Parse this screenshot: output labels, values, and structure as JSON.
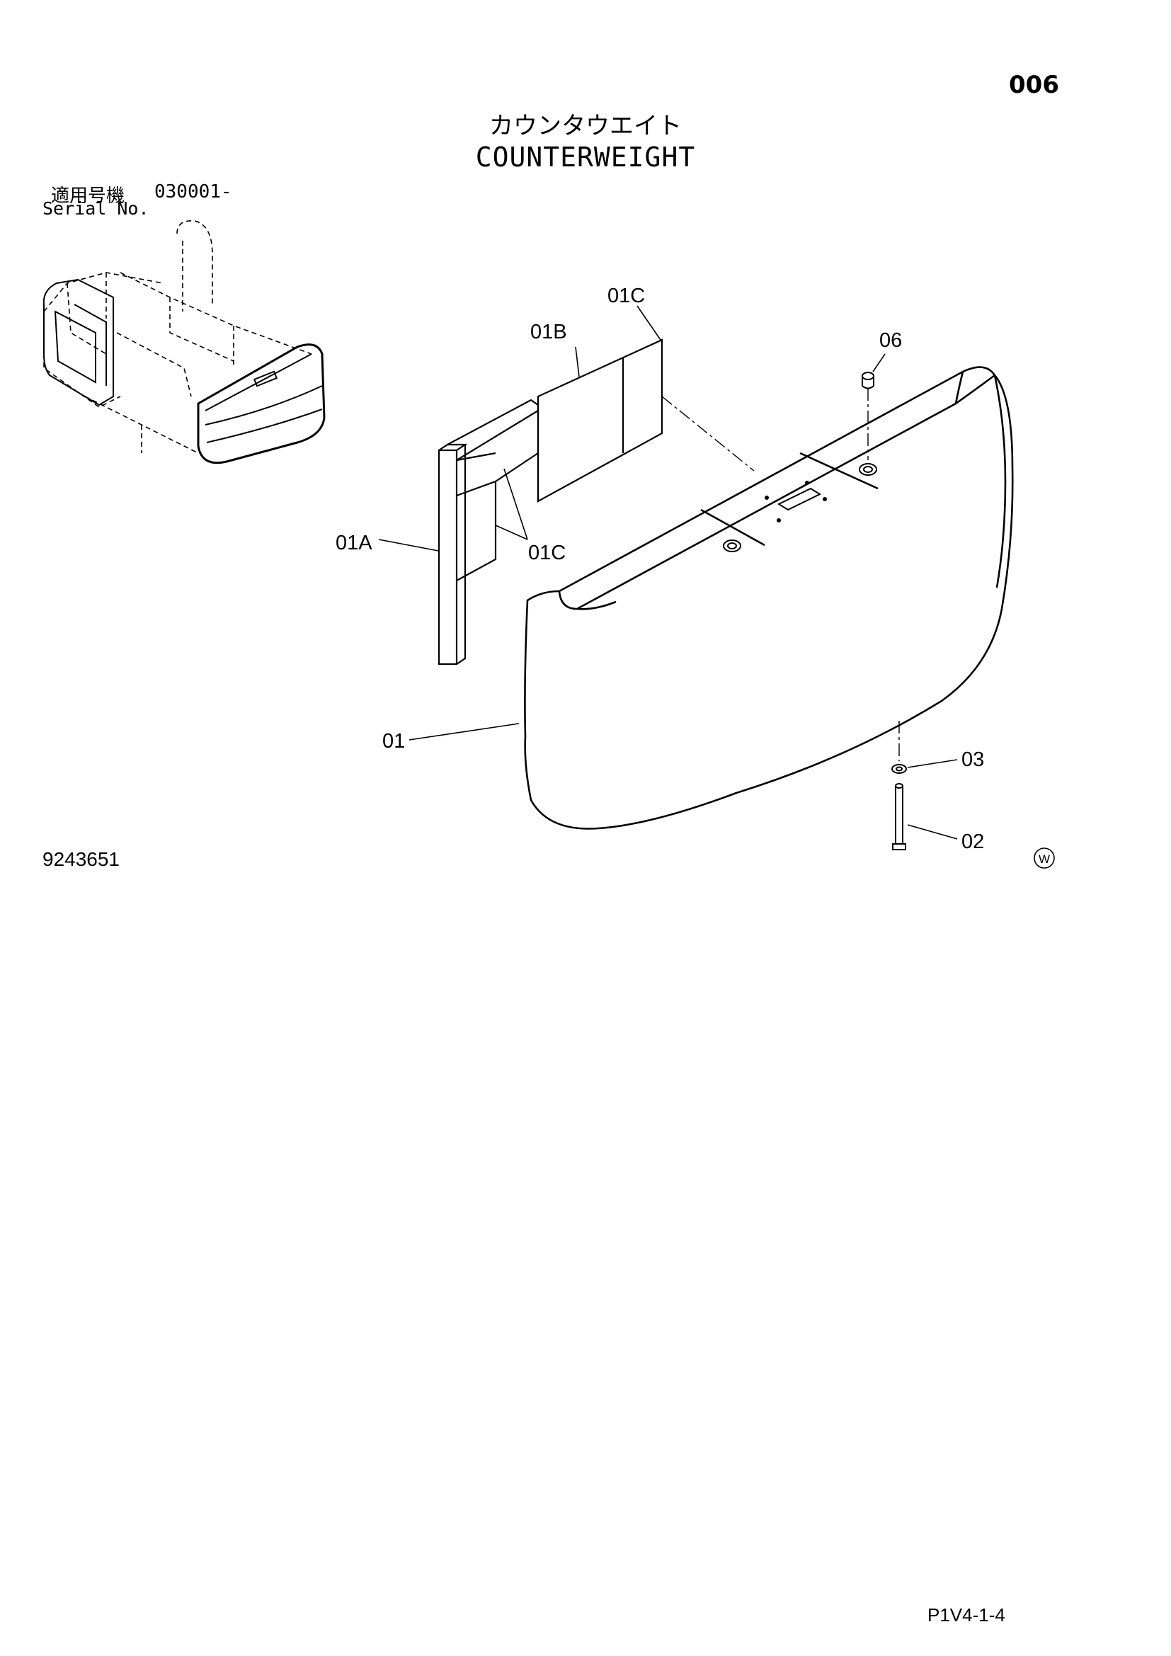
{
  "page_number": "006",
  "title": {
    "japanese": "カウンタウエイト",
    "english": "COUNTERWEIGHT"
  },
  "serial": {
    "label_japanese": "適用号機",
    "number": "030001-",
    "label_english": "Serial No."
  },
  "callouts": {
    "c01C_top": "01C",
    "c01B": "01B",
    "c06": "06",
    "c01A": "01A",
    "c01C_bottom": "01C",
    "c01": "01",
    "c03": "03",
    "c02": "02"
  },
  "drawing_number": "9243651",
  "watermark_letter": "W",
  "sheet_code": "P1V4-1-4"
}
